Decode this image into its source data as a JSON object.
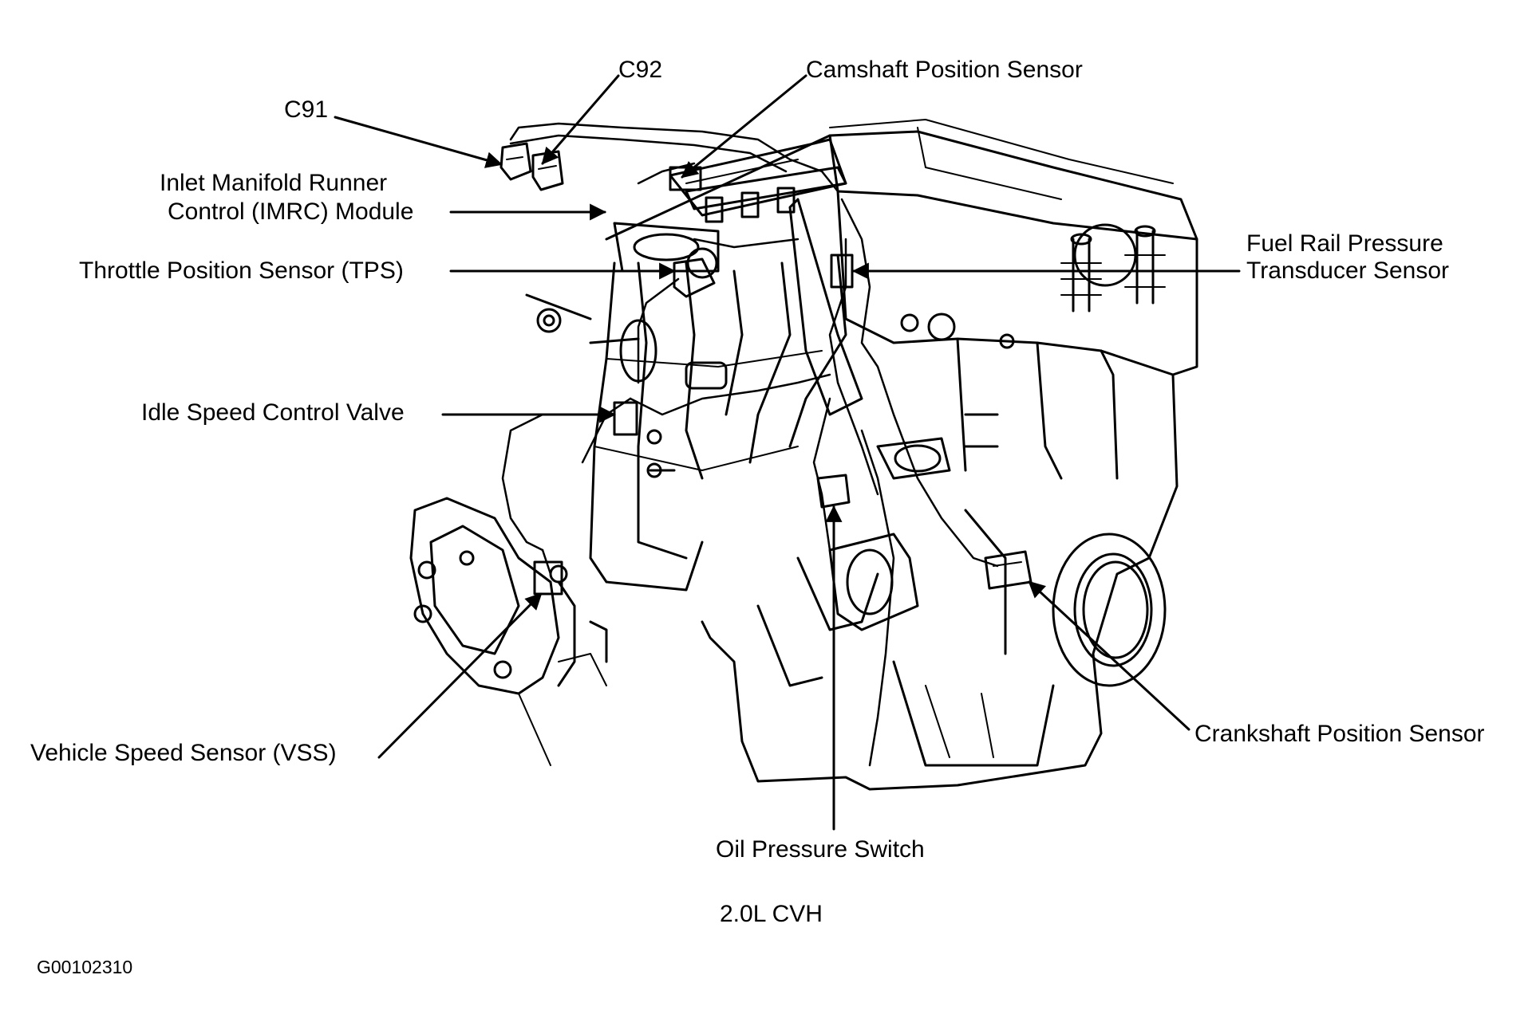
{
  "diagram": {
    "title": "2.0L CVH",
    "figure_code": "G00102310",
    "labels": {
      "c91": "C91",
      "c92": "C92",
      "camshaft_sensor": "Camshaft Position Sensor",
      "imrc_line1": "Inlet Manifold Runner",
      "imrc_line2": "Control (IMRC) Module",
      "tps": "Throttle Position Sensor (TPS)",
      "fuel_rail_line1": "Fuel Rail Pressure",
      "fuel_rail_line2": "Transducer Sensor",
      "idle_valve": "Idle Speed Control Valve",
      "vss": "Vehicle Speed Sensor (VSS)",
      "crankshaft_sensor": "Crankshaft Position Sensor",
      "oil_switch": "Oil Pressure Switch"
    }
  },
  "colors": {
    "ink": "#000000",
    "paper": "#ffffff"
  }
}
